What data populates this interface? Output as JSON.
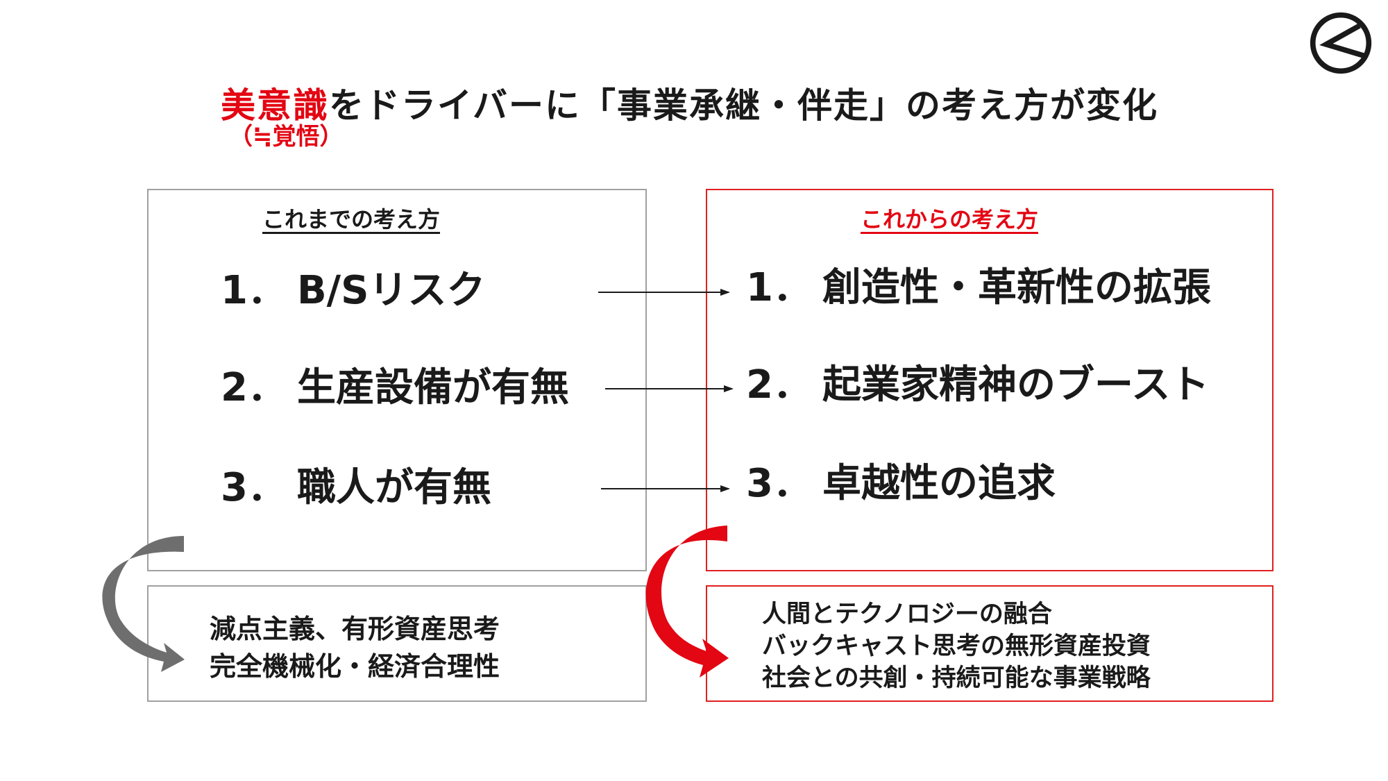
{
  "title": {
    "accent": "美意識",
    "rest": "をドライバーに「事業承継・伴走」の考え方が変化"
  },
  "subtitle": "（≒覚悟）",
  "left": {
    "heading": "これまでの考え方",
    "items": [
      {
        "num": "1．",
        "text": "B/Sリスク"
      },
      {
        "num": "2．",
        "text": "生産設備が有無"
      },
      {
        "num": "3．",
        "text": "職人が有無"
      }
    ],
    "summary": [
      "減点主義、有形資産思考",
      "完全機械化・経済合理性"
    ]
  },
  "right": {
    "heading": "これからの考え方",
    "items": [
      {
        "num": "1．",
        "text": "創造性・革新性の拡張"
      },
      {
        "num": "2．",
        "text": "起業家精神のブースト"
      },
      {
        "num": "3．",
        "text": "卓越性の追求"
      }
    ],
    "summary": [
      "人間とテクノロジーの融合",
      "バックキャスト思考の無形資産投資",
      "社会との共創・持続可能な事業戦略"
    ]
  },
  "colors": {
    "accent": "#e30613",
    "text": "#1a1a1a",
    "gray_border": "#a0a0a0",
    "gray_arrow": "#6e6e6e"
  },
  "icons": {
    "logo": "circle-chevron-logo-icon"
  }
}
